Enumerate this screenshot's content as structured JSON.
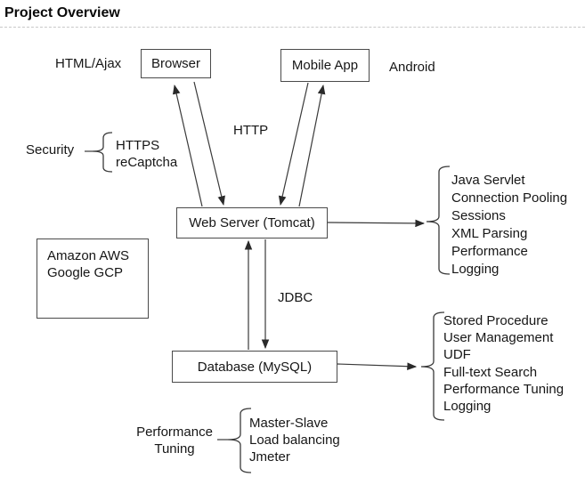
{
  "title": "Project Overview",
  "colors": {
    "background": "#ffffff",
    "line": "#3a3a3a",
    "box_border": "#4a4a4a",
    "text": "#161616",
    "title_underline": "#c9c9c9"
  },
  "nodes": {
    "browser": {
      "label": "Browser"
    },
    "mobile_app": {
      "label": "Mobile App"
    },
    "web_server": {
      "label": "Web Server (Tomcat)"
    },
    "database": {
      "label": "Database (MySQL)"
    },
    "cloud": {
      "line1": "Amazon AWS",
      "line2": "Google GCP"
    }
  },
  "labels": {
    "html_ajax": "HTML/Ajax",
    "android": "Android",
    "http": "HTTP",
    "security": "Security",
    "https": "HTTPS",
    "recaptcha": "reCaptcha",
    "jdbc": "JDBC",
    "performance_tuning_line1": "Performance",
    "performance_tuning_line2": "Tuning"
  },
  "web_server_features": [
    "Java Servlet",
    "Connection Pooling",
    "Sessions",
    "XML Parsing",
    "Performance",
    "Logging"
  ],
  "database_features": [
    "Stored Procedure",
    "User Management",
    "UDF",
    "Full-text Search",
    "Performance Tuning",
    "Logging"
  ],
  "performance_tuning_items": [
    "Master-Slave",
    "Load balancing",
    "Jmeter"
  ]
}
